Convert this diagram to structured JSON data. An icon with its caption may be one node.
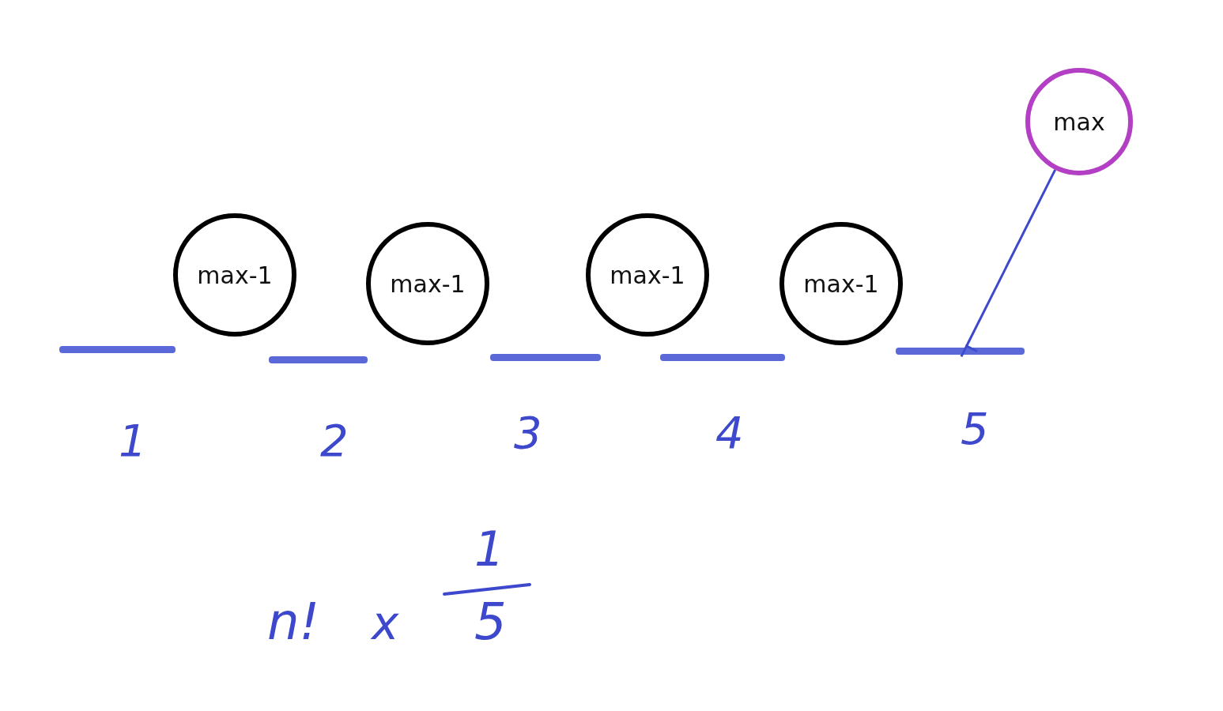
{
  "diagram": {
    "nodes": [
      {
        "text": [
          "max-1"
        ]
      },
      {
        "text": [
          "max-1"
        ]
      },
      {
        "text": [
          "max-1"
        ]
      },
      {
        "text": [
          "max-1"
        ]
      },
      {
        "text": [
          "max"
        ]
      },
      {
        "text": [],
        "shape": "bar",
        "beside": [
          "1"
        ]
      },
      {
        "text": [],
        "shape": "bar",
        "beside": [
          "2"
        ]
      },
      {
        "text": [],
        "shape": "bar",
        "beside": [
          "3"
        ]
      },
      {
        "text": [],
        "shape": "bar",
        "beside": [
          "4"
        ]
      },
      {
        "text": [],
        "shape": "bar",
        "beside": [
          "5"
        ]
      }
    ],
    "edges": [
      {
        "from": 4,
        "to": 9,
        "arrow": "to",
        "color": "#3d48cc"
      }
    ],
    "labels": [
      "n!",
      "x",
      "1",
      "5"
    ]
  }
}
